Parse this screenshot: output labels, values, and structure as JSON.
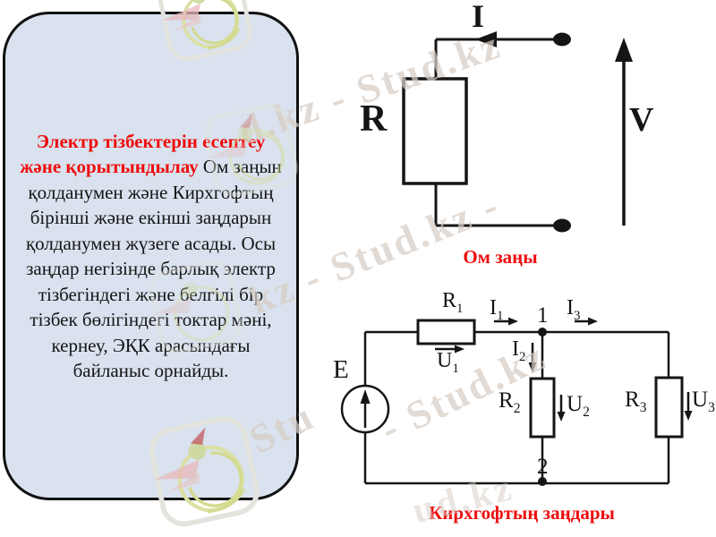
{
  "infobox": {
    "title": "Электр тізбектерін есептеу және қорытындылау",
    "body": " Ом заңын қолданумен және Кирхгофтың бірінші және екінші заңдарын қолданумен жүзеге асады. Осы заңдар негізінде барлық электр тізбегіндегі және белгілі бір тізбек бөлігіндегі токтар мәні, кернеу, ЭҚК арасындағы байланыс орнайды.",
    "title_color": "#ee0d0d",
    "bg_color": "#d9e2ee"
  },
  "ohm": {
    "caption": "Ом заңы",
    "labels": {
      "current": "I",
      "resistor": "R",
      "voltage": "V"
    }
  },
  "kirchhoff": {
    "caption": "Кирхгофтың заңдары",
    "labels": {
      "source": "E",
      "node1": "1",
      "node2": "2",
      "r1": {
        "base": "R",
        "sub": "1"
      },
      "u1": {
        "base": "U",
        "sub": "1"
      },
      "i1": {
        "base": "I",
        "sub": "1"
      },
      "i2": {
        "base": "I",
        "sub": "2"
      },
      "i3": {
        "base": "I",
        "sub": "3"
      },
      "r2": {
        "base": "R",
        "sub": "2"
      },
      "u2": {
        "base": "U",
        "sub": "2"
      },
      "r3": {
        "base": "R",
        "sub": "3"
      },
      "u3": {
        "base": "U",
        "sub": "3"
      }
    }
  },
  "watermark": {
    "strips": [
      "d.kz - Stud.kz",
      "kz - Stud.kz -",
      "- Stud.kz",
      "Stu",
      "ud.kz"
    ],
    "color": "#d7cdc4"
  },
  "colors": {
    "accent_red": "#ee0d0d",
    "line_black": "#151515",
    "box_fill": "#d9e2ee"
  }
}
